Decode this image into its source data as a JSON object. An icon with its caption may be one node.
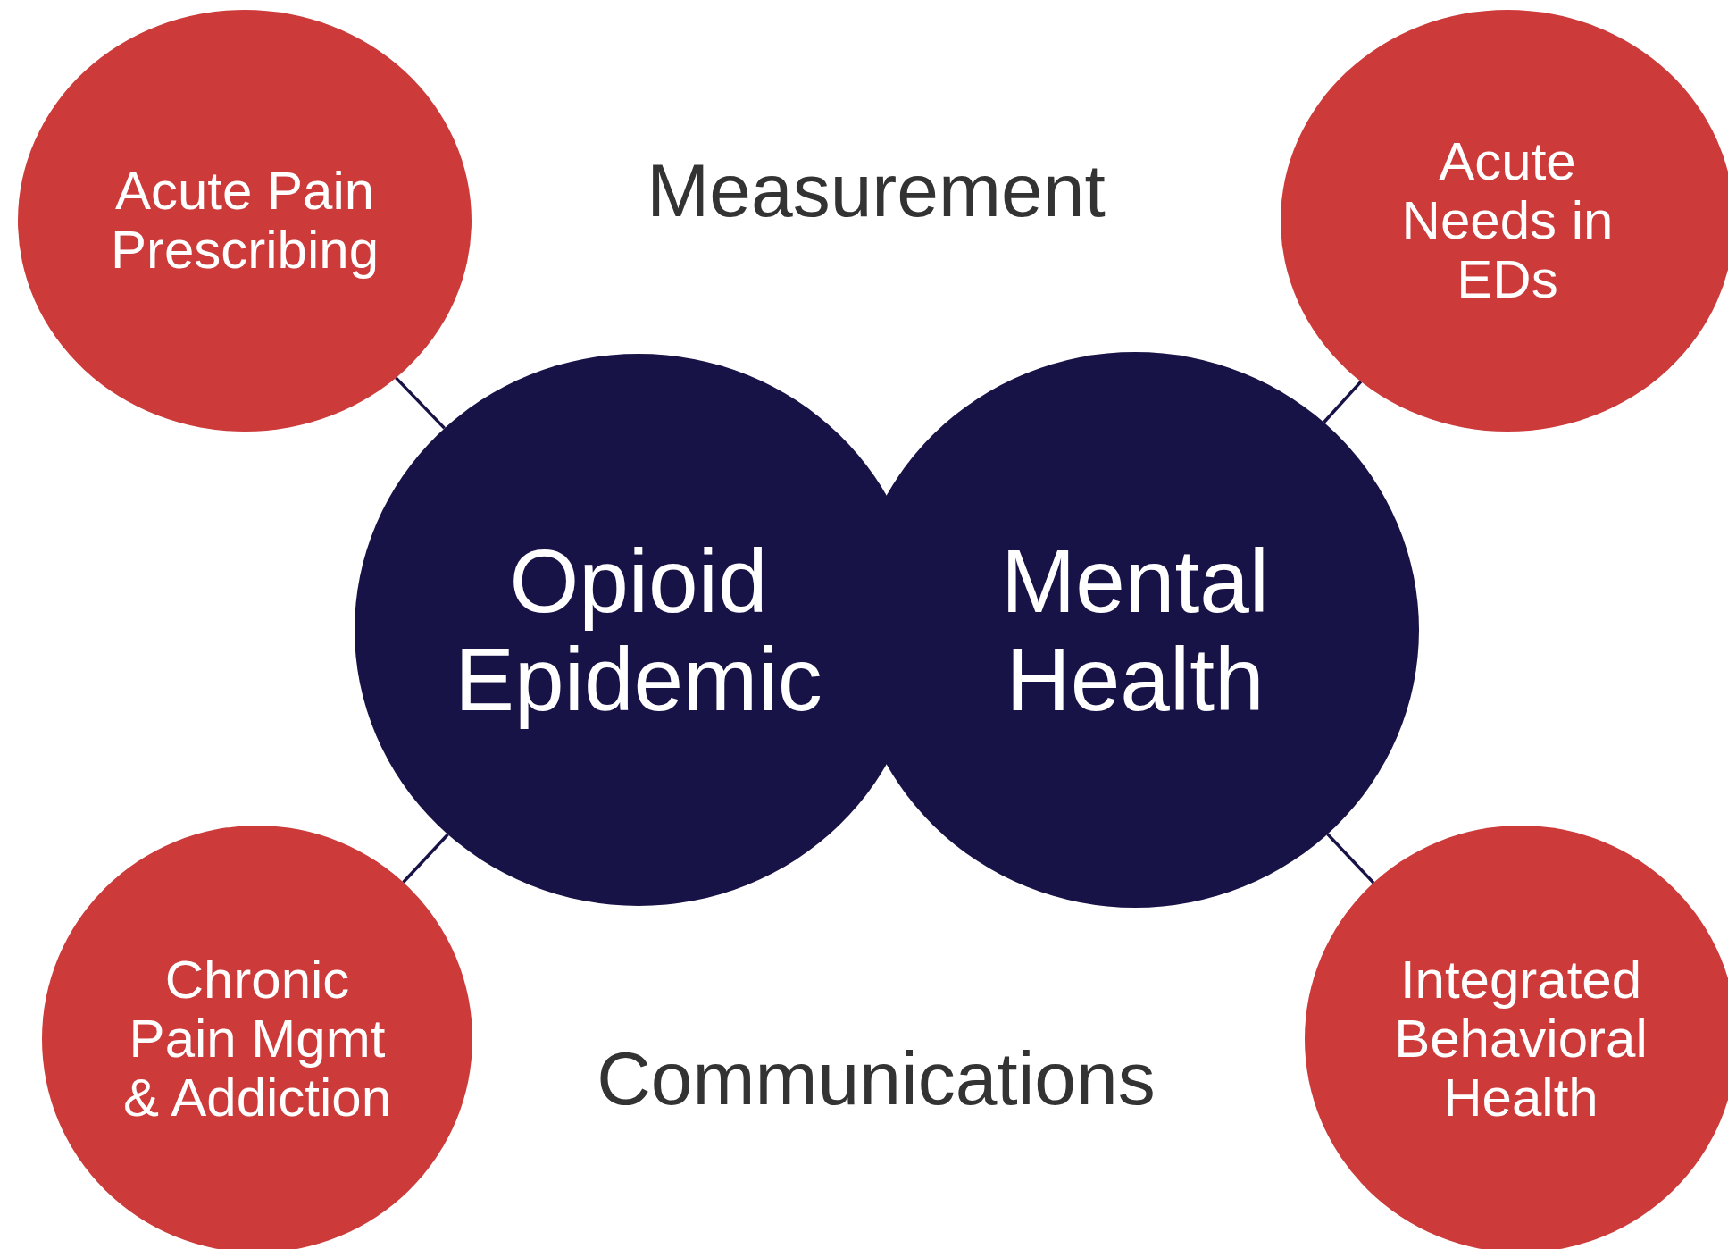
{
  "diagram": {
    "nodes": [
      {
        "text": [
          "Acute Pain Prescribing"
        ]
      },
      {
        "text": [
          "Acute Needs in EDs"
        ]
      },
      {
        "text": [
          "Opioid Epidemic"
        ]
      },
      {
        "text": [
          "Mental Health"
        ]
      },
      {
        "text": [
          "Chronic Pain Mgmt & Addiction"
        ]
      },
      {
        "text": [
          "Integrated Behavioral Health"
        ]
      }
    ],
    "edges": [
      {
        "from": 0,
        "to": 2,
        "arrow": "none"
      },
      {
        "from": 1,
        "to": 3,
        "arrow": "none"
      },
      {
        "from": 4,
        "to": 2,
        "arrow": "none"
      },
      {
        "from": 5,
        "to": 3,
        "arrow": "none"
      }
    ],
    "labels": [
      "Measurement",
      "Communications"
    ]
  }
}
